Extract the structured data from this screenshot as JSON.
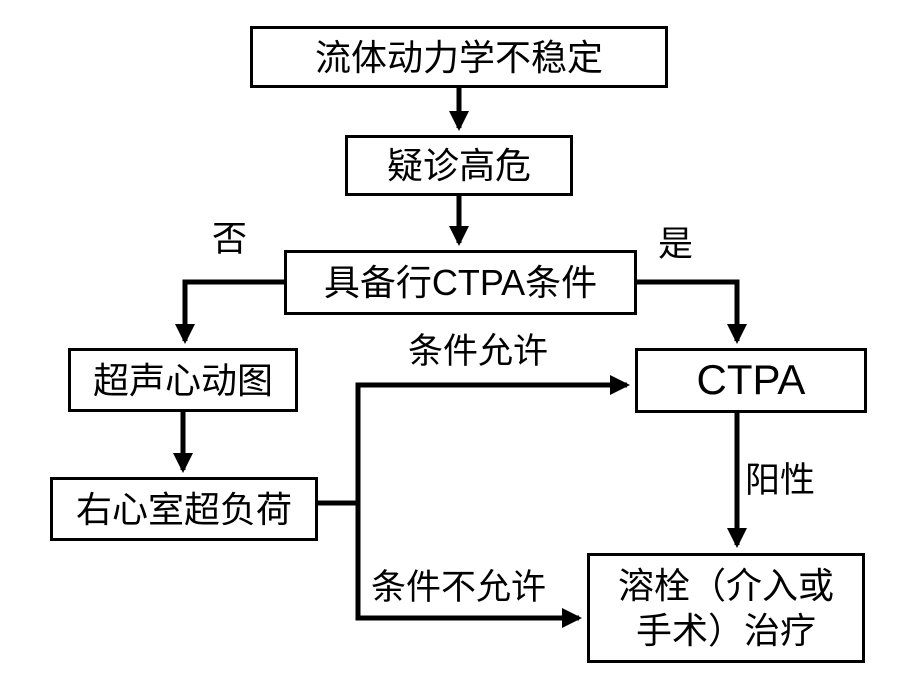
{
  "diagram": {
    "type": "flowchart",
    "background_color": "#ffffff",
    "line_color": "#000000",
    "box_border_color": "#000000",
    "text_color": "#000000",
    "nodes": {
      "hemodynamic_instability": "流体动力学不稳定",
      "suspected_high_risk": "疑诊高危",
      "ctpa_feasible": "具备行CTPA条件",
      "echocardiography": "超声心动图",
      "rv_overload": "右心室超负荷",
      "ctpa": "CTPA",
      "thrombolysis": "溶栓（介入或\n手术）治疗"
    },
    "edge_labels": {
      "no": "否",
      "yes": "是",
      "conditions_permit": "条件允许",
      "conditions_not_permit": "条件不允许",
      "positive": "阳性"
    },
    "edges": [
      {
        "from": "hemodynamic_instability",
        "to": "suspected_high_risk",
        "label": ""
      },
      {
        "from": "suspected_high_risk",
        "to": "ctpa_feasible",
        "label": ""
      },
      {
        "from": "ctpa_feasible",
        "to": "echocardiography",
        "label": "否"
      },
      {
        "from": "ctpa_feasible",
        "to": "ctpa",
        "label": "是"
      },
      {
        "from": "echocardiography",
        "to": "rv_overload",
        "label": ""
      },
      {
        "from": "rv_overload",
        "to": "ctpa",
        "label": "条件允许"
      },
      {
        "from": "rv_overload",
        "to": "thrombolysis",
        "label": "条件不允许"
      },
      {
        "from": "ctpa",
        "to": "thrombolysis",
        "label": "阳性"
      }
    ]
  }
}
